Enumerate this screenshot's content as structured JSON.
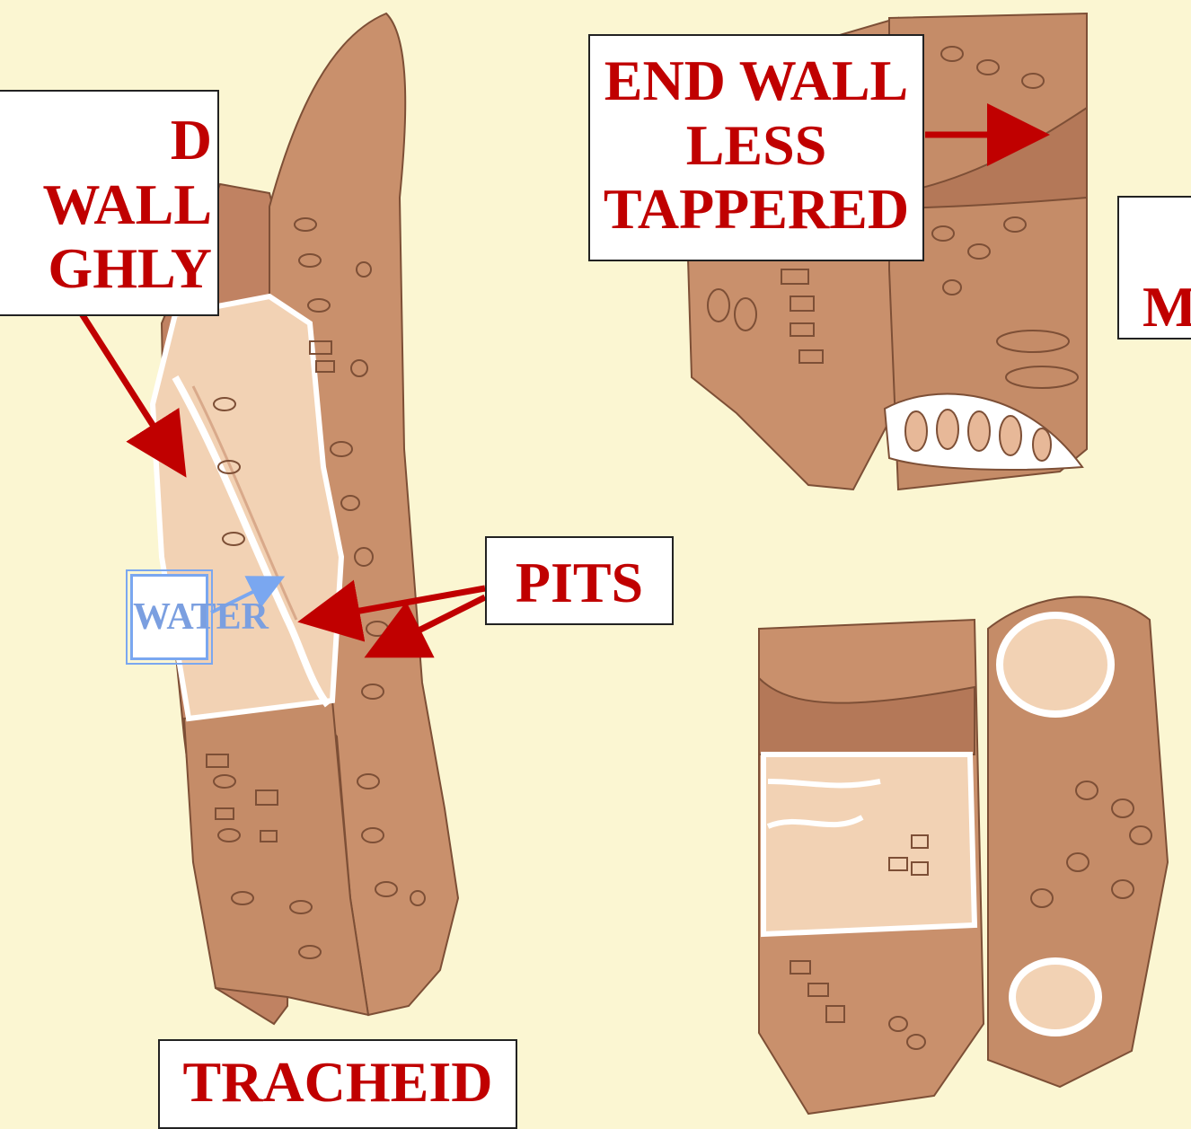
{
  "labels": {
    "end_wall_highly": "D WALL\nGHLY\nPPERED",
    "end_wall_less": "END WALL\nLESS\nTAPPERED",
    "pits": "PITS",
    "water": "WATER",
    "tracheid": "TRACHEID",
    "partial_right": "\nM"
  },
  "colors": {
    "background": "#fbf6d2",
    "cell": "#c9906c",
    "cell_light": "#f2d2b4",
    "label_text": "#c00000",
    "arrow_red": "#c00000",
    "arrow_blue": "#7aa7f0"
  }
}
